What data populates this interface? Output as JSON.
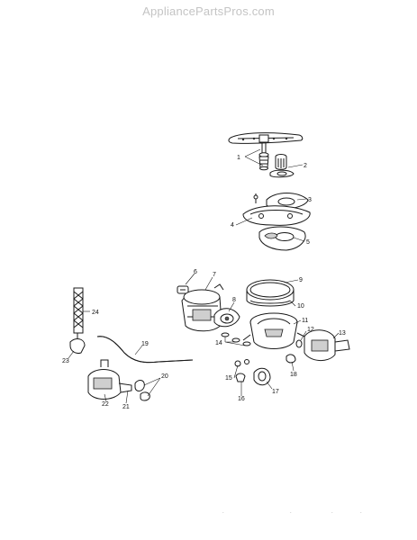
{
  "watermark": "AppliancePartsPros.com",
  "callouts": [
    "1",
    "2",
    "3",
    "4",
    "5",
    "6",
    "7",
    "8",
    "9",
    "10",
    "11",
    "12",
    "13",
    "14",
    "15",
    "16",
    "17",
    "18",
    "19",
    "20",
    "21",
    "22",
    "23",
    "24"
  ],
  "footer_marks": [
    ".",
    ".",
    ".",
    "."
  ]
}
